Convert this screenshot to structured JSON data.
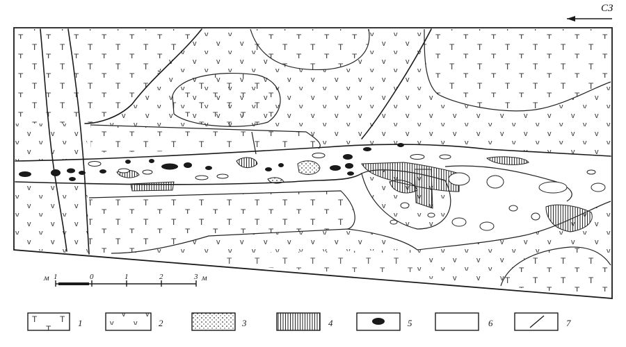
{
  "direction": {
    "label": "СЗ",
    "arrow_icon": "left-arrow-icon"
  },
  "scale_bar": {
    "unit_left": "м",
    "ticks": [
      "1",
      "0",
      "1",
      "2",
      "3"
    ],
    "unit_right": "м"
  },
  "legend": [
    {
      "number": "1",
      "pattern": "T-symbols"
    },
    {
      "number": "2",
      "pattern": "V-symbols"
    },
    {
      "number": "3",
      "pattern": "dots"
    },
    {
      "number": "4",
      "pattern": "vertical-hatch"
    },
    {
      "number": "5",
      "pattern": "solid-black-lens"
    },
    {
      "number": "6",
      "pattern": "blank"
    },
    {
      "number": "7",
      "pattern": "diagonal-line"
    }
  ],
  "colors": {
    "ink": "#1a1a1a",
    "paper": "#ffffff"
  }
}
